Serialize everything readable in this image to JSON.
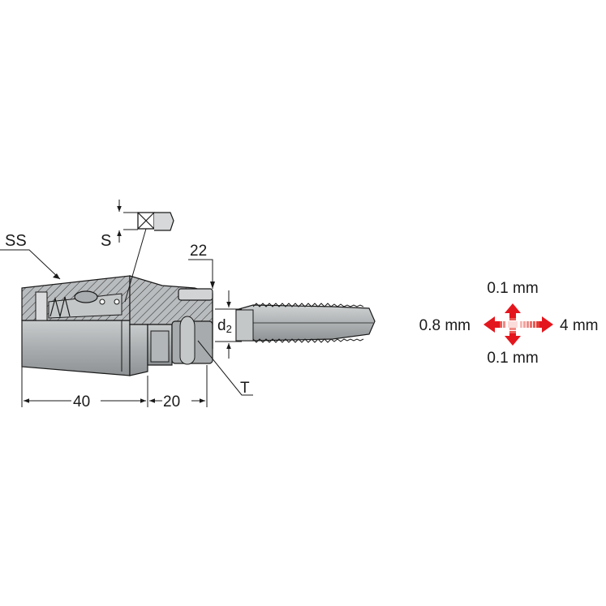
{
  "labels": {
    "ss": "SS",
    "s": "S",
    "dim_22": "22",
    "d2_main": "d",
    "d2_sub": "2",
    "t": "T",
    "dim_40": "40",
    "dim_20": "20"
  },
  "compensation": {
    "top": "0.1 mm",
    "bottom": "0.1 mm",
    "left": "0.8 mm",
    "right": "4 mm"
  },
  "colors": {
    "line": "#1a1a1a",
    "body_light": "#b9bcbe",
    "body_mid": "#a3a7a9",
    "body_dark": "#8e9294",
    "arrow_red": "#e4161d",
    "arrow_pale": "#f3b6b2"
  }
}
